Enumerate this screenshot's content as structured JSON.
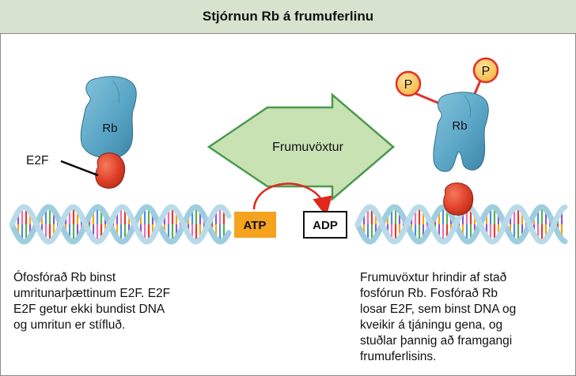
{
  "title": "Stjórnun Rb á frumuferlinu",
  "labels": {
    "rb_left": "Rb",
    "rb_right": "Rb",
    "e2f": "E2F",
    "arrow": "Frumuvöxtur",
    "atp": "ATP",
    "adp": "ADP",
    "phosphate_1": "P",
    "phosphate_2": "P"
  },
  "captions": {
    "left": [
      "Ófosfórað Rb binst",
      "umritunarþættinum E2F. E2F",
      "E2F getur ekki bundist DNA",
      "og umritun er stífluð."
    ],
    "right": [
      "Frumuvöxtur hrindir af stað",
      "fosfórun Rb. Fosfórað Rb",
      "losar E2F, sem binst DNA og",
      "kveikir á tjáningu gena, og",
      "stuðlar þannig að framgangi",
      "frumuferlisins."
    ]
  },
  "colors": {
    "title_bg": "#d8e3cf",
    "rb_protein": "#5ba9c9",
    "e2f_protein": "#e0402a",
    "arrow_fill": "#c8e2b4",
    "arrow_stroke": "#4a9a4e",
    "atp_bg": "#f5a21e",
    "phosphate": "#f8c65a",
    "reaction_arrow": "#e0271b"
  }
}
